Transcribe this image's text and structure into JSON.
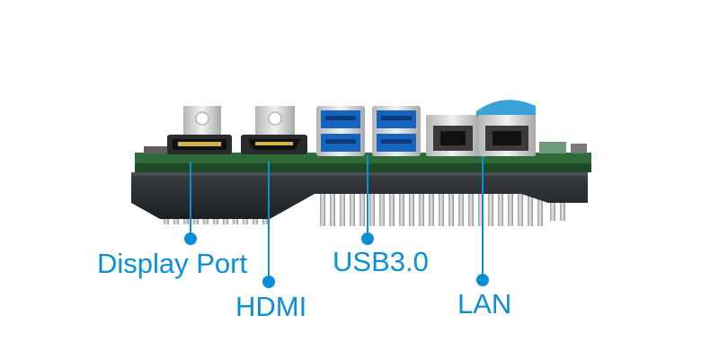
{
  "callouts": [
    {
      "id": "display-port",
      "label": "Display Port"
    },
    {
      "id": "hdmi",
      "label": "HDMI"
    },
    {
      "id": "usb",
      "label": "USB3.0"
    },
    {
      "id": "lan",
      "label": "LAN"
    }
  ],
  "colors": {
    "accent": "#0a8fd6",
    "pcb": "#2f6b3a",
    "heatsink": "#26292d",
    "usb_blue": "#1565c0",
    "lan_cap": "#3aa0d8",
    "metal": "#c9c9c9"
  }
}
